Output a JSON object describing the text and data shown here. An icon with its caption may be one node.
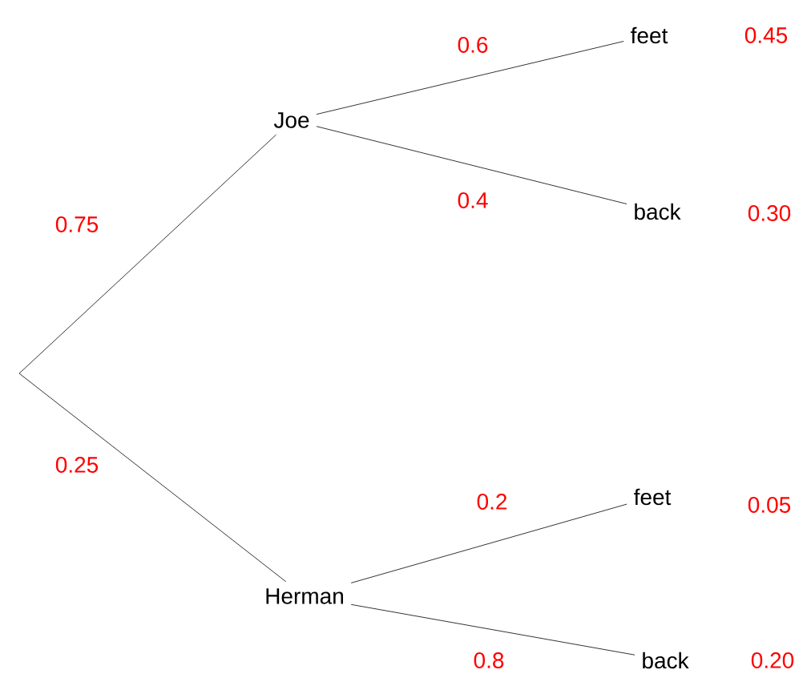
{
  "diagram": {
    "nodes": [
      {
        "text": [
          "Joe"
        ]
      },
      {
        "text": [
          "Herman"
        ]
      },
      {
        "text": [
          "feet"
        ],
        "beside": [
          "0.45"
        ]
      },
      {
        "text": [
          "back"
        ],
        "beside": [
          "0.30"
        ]
      },
      {
        "text": [
          "feet"
        ],
        "beside": [
          "0.05"
        ]
      },
      {
        "text": [
          "back"
        ],
        "beside": [
          "0.20"
        ]
      }
    ],
    "edges": [
      {
        "from": null,
        "to": 0,
        "arrow": "none",
        "label": "0.75"
      },
      {
        "from": null,
        "to": 1,
        "arrow": "none",
        "label": "0.25"
      },
      {
        "from": 0,
        "to": 2,
        "arrow": "none",
        "label": "0.6"
      },
      {
        "from": 0,
        "to": 3,
        "arrow": "none",
        "label": "0.4"
      },
      {
        "from": 1,
        "to": 4,
        "arrow": "none",
        "label": "0.2"
      },
      {
        "from": 1,
        "to": 5,
        "arrow": "none",
        "label": "0.8"
      }
    ]
  }
}
